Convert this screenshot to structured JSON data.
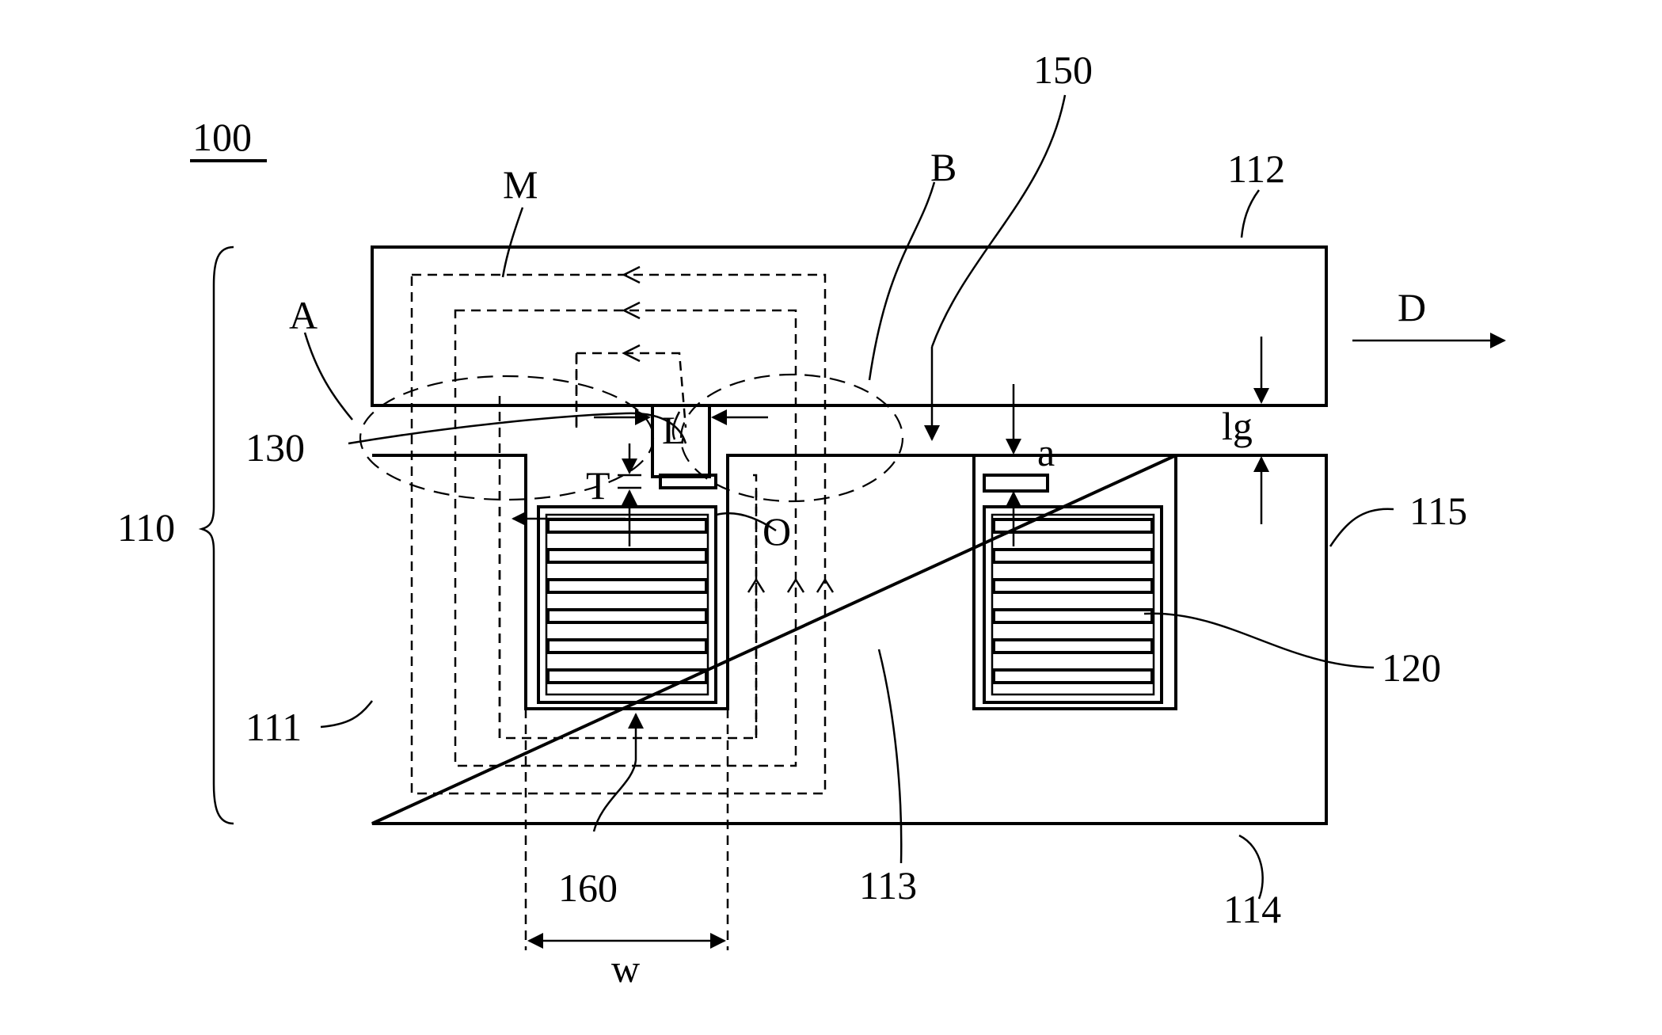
{
  "figure": {
    "labels": {
      "device": "100",
      "core": "110",
      "part_111": "111",
      "part_112": "112",
      "part_113": "113",
      "part_114": "114",
      "part_115": "115",
      "coil": "120",
      "part_130": "130",
      "part_150": "150",
      "part_160": "160",
      "region_a": "A",
      "region_b": "B",
      "flux_m": "M",
      "direction_d": "D",
      "length_l": "L",
      "thickness_t": "T",
      "origin_o": "O",
      "gap_a": "a",
      "gap_lg": "lg",
      "width_w": "w"
    }
  }
}
